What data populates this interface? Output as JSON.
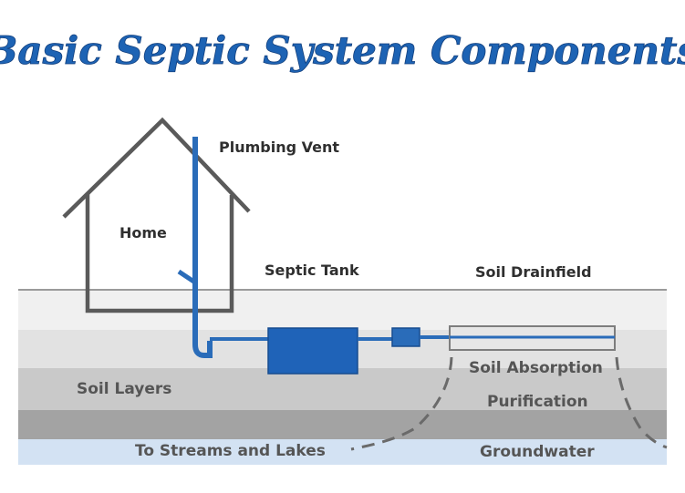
{
  "title": "Basic Septic System Components",
  "labels": {
    "plumbing_vent": "Plumbing Vent",
    "home": "Home",
    "septic_tank": "Septic Tank",
    "soil_drainfield": "Soil Drainfield",
    "soil_absorption": "Soil Absorption",
    "soil_layers": "Soil Layers",
    "purification": "Purification",
    "to_streams_and_lakes": "To Streams and Lakes",
    "groundwater": "Groundwater"
  },
  "colors": {
    "title": "#1d63b4",
    "pipe": "#2a6cb9",
    "tank": "#1f63b8",
    "house_outline": "#5a5a5a",
    "soil_top": "#ececec",
    "soil_mid": "#cfcfcf",
    "soil_dark": "#9c9c9c",
    "groundwater": "#cfe0f3"
  }
}
